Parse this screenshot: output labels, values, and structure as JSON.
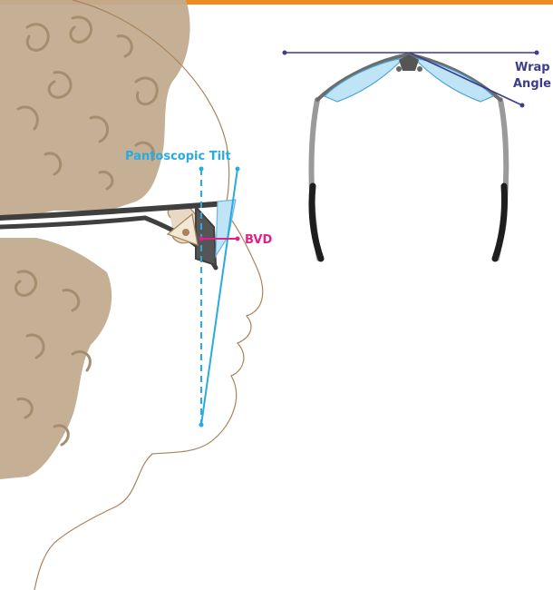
{
  "labels": {
    "pantoscopic_tilt": "Pantoscopic Tilt",
    "bvd": "BVD",
    "wrap_line1": "Wrap",
    "wrap_line2": "Angle"
  },
  "colors": {
    "top_bar": "#ef8a1f",
    "hair": "#c2ac8f",
    "hair_dark": "#a58d6e",
    "skin_outline": "#a9835a",
    "pantoscopic": "#29aae1",
    "bvd": "#e2208c",
    "wrap": "#3d3b8e",
    "frame": "#3f3f3f",
    "lens": "#bfe4f5"
  }
}
